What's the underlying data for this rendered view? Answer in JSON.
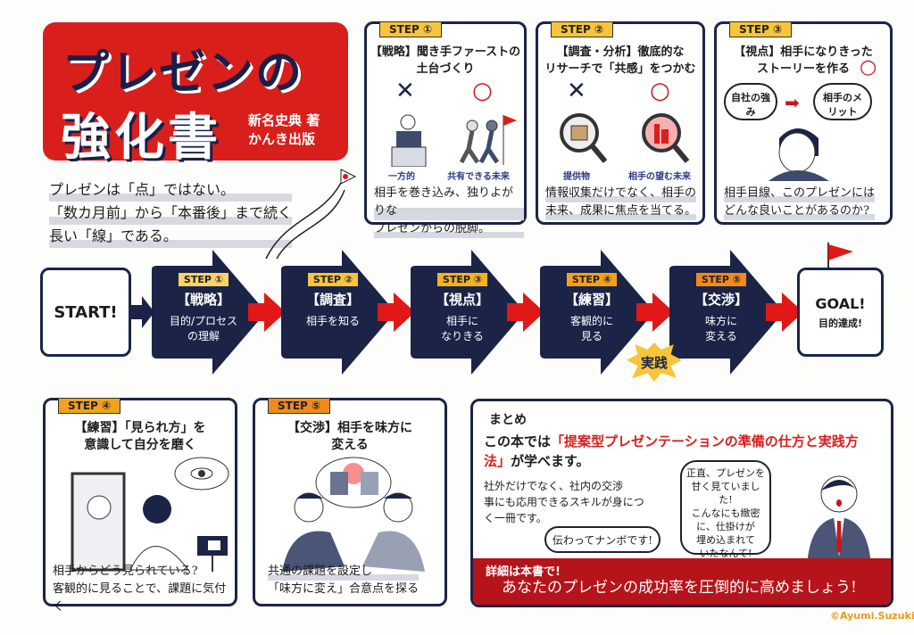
{
  "title": {
    "line1": "プレゼンの",
    "line2": "強化書",
    "author": "新名史典 著",
    "publisher": "かんき出版"
  },
  "intro": [
    "プレゼンは「点」ではない。",
    "「数カ月前」から「本番後」まで続く",
    "長い「線」である。"
  ],
  "top_cards": [
    {
      "tag": "STEP ①",
      "title": [
        "【戦略】聞き手ファーストの",
        "土台づくり"
      ],
      "bad_label": "一方的",
      "good_label": "共有できる未来",
      "note": [
        "相手を巻き込み、独りよがりな",
        "プレゼンからの脱脚。"
      ]
    },
    {
      "tag": "STEP ②",
      "title": [
        "【調査・分析】徹底的な",
        "リサーチで「共感」をつかむ"
      ],
      "bad_label": "提供物",
      "good_label": "相手の望む未来",
      "note": [
        "情報収集だけでなく、相手の",
        "未来、成果に焦点を当てる。"
      ]
    },
    {
      "tag": "STEP ③",
      "title": [
        "【視点】相手になりきった",
        "ストーリーを作る"
      ],
      "bubble_left": "自社の強み",
      "bubble_right": "相手のメリット",
      "note": [
        "相手目線、このプレゼンには",
        "どんな良いことがあるのか?"
      ]
    }
  ],
  "flow": {
    "start": "START!",
    "goal": "GOAL!",
    "goal_sub": "目的達成!",
    "burst": "実践",
    "steps": [
      {
        "tag": "STEP ①",
        "label": "【戦略】",
        "sub": [
          "目的/プロセス",
          "の理解"
        ],
        "color": "#f7d36a"
      },
      {
        "tag": "STEP ②",
        "label": "【調査】",
        "sub": [
          "相手を知る"
        ],
        "color": "#f7c43c"
      },
      {
        "tag": "STEP ③",
        "label": "【視点】",
        "sub": [
          "相手に",
          "なりきる"
        ],
        "color": "#f5b21f"
      },
      {
        "tag": "STEP ④",
        "label": "【練習】",
        "sub": [
          "客観的に",
          "見る"
        ],
        "color": "#f3a11a"
      },
      {
        "tag": "STEP ⑤",
        "label": "【交渉】",
        "sub": [
          "味方に",
          "変える"
        ],
        "color": "#f08a1a"
      }
    ]
  },
  "bottom_cards": [
    {
      "tag": "STEP ④",
      "title": [
        "【練習】「見られ方」を",
        "意識して自分を磨く"
      ],
      "note": [
        "相手からどう見られている?",
        "客観的に見ることで、課題に気付く"
      ]
    },
    {
      "tag": "STEP ⑤",
      "title": [
        "【交渉】相手を味方に",
        "変える"
      ],
      "note": [
        "共通の課題を設定し",
        "「味方に変え」合意点を探る"
      ]
    }
  ],
  "summary": {
    "heading": "まとめ",
    "lead_pre": "この本では",
    "lead_red": "「提案型プレゼンテーションの準備の仕方と実践方法」",
    "lead_post": "が学べます。",
    "body": [
      "社外だけでなく、社内の交渉",
      "事にも応用できるスキルが身につ",
      "く一冊です。"
    ],
    "bubble_small": "伝わってナンボです!",
    "bubble_big": [
      "正直、プレゼンを",
      "甘く見ていました!",
      "こんなにも緻密",
      "に、仕掛けが",
      "埋め込まれて",
      "いたなんて!"
    ],
    "bar_line1": "詳細は本書で!",
    "bar_line2": "あなたのプレゼンの成功率を圧倒的に高めましょう!"
  },
  "copyright": "©Ayumi.Suzuki",
  "colors": {
    "red": "#d81f1c",
    "navy": "#1b2447",
    "yellow": "#f7c43c"
  }
}
